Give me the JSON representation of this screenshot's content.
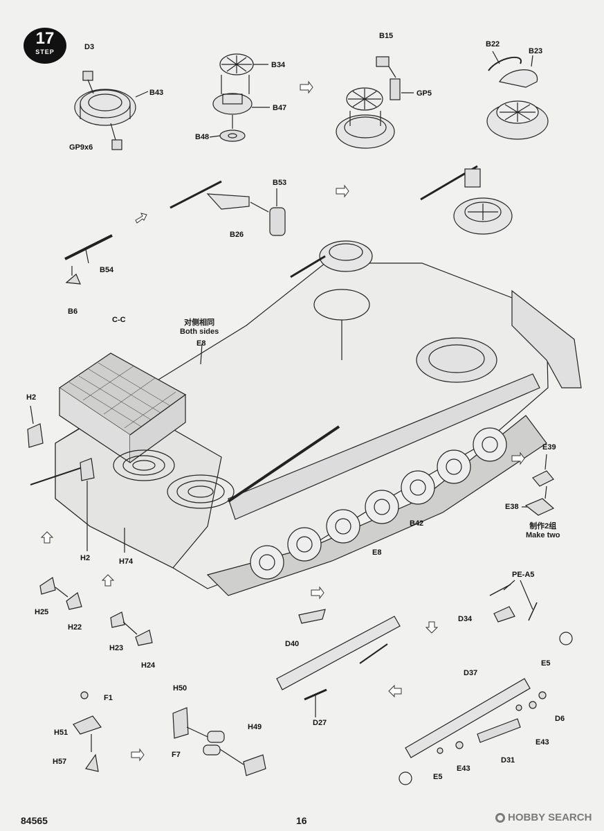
{
  "step": {
    "number": "17",
    "word": "STEP"
  },
  "footer": {
    "code": "84565",
    "page": "16",
    "watermark": "HOBBY SEARCH"
  },
  "notes": {
    "both_sides_cn": "对侧相同",
    "both_sides_en": "Both sides",
    "make_two_cn": "制作2组",
    "make_two_en": "Make two"
  },
  "parts": {
    "D3": "D3",
    "B43": "B43",
    "GP9x6": "GP9x6",
    "B34": "B34",
    "B47": "B47",
    "B48": "B48",
    "B15": "B15",
    "GP5": "GP5",
    "B22": "B22",
    "B23": "B23",
    "B53": "B53",
    "B26": "B26",
    "B54": "B54",
    "B6": "B6",
    "CC": "C-C",
    "E8a": "E8",
    "H2a": "H2",
    "H2b": "H2",
    "H74": "H74",
    "E39": "E39",
    "E38": "E38",
    "B42": "B42",
    "E8b": "E8",
    "H25": "H25",
    "H22": "H22",
    "H23": "H23",
    "H24": "H24",
    "PEA5": "PE-A5",
    "D34": "D34",
    "D40": "D40",
    "D27": "D27",
    "F1": "F1",
    "H51": "H51",
    "H57": "H57",
    "H50": "H50",
    "F7": "F7",
    "H49": "H49",
    "D37": "D37",
    "E5a": "E5",
    "D6": "D6",
    "E43a": "E43",
    "E43b": "E43",
    "D31": "D31",
    "E5b": "E5"
  }
}
